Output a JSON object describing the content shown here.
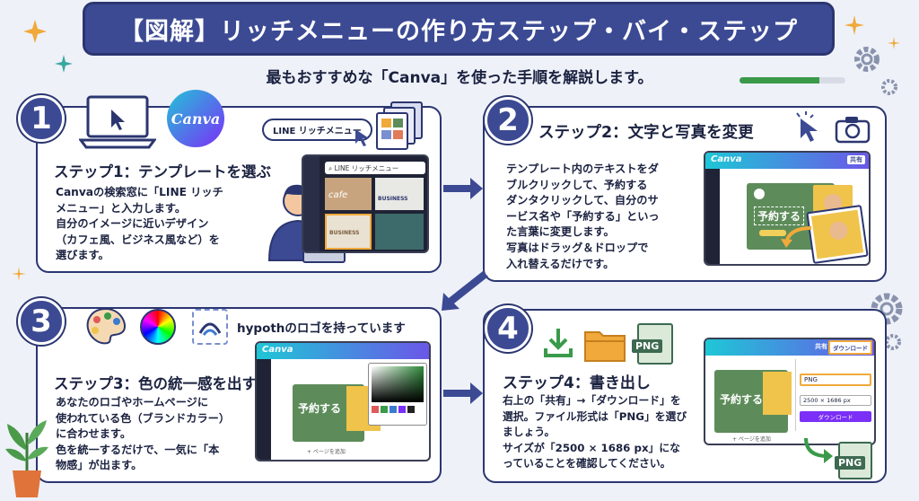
{
  "banner": {
    "title": "【図解】リッチメニューの作り方ステップ・バイ・ステップ"
  },
  "subtitle": "最もおすすめな「Canva」を使った手順を解説します。",
  "progress": 0.75,
  "steps": [
    {
      "num": "1",
      "title": "ステップ1：テンプレートを選ぶ",
      "body": "Canvaの検索窓に「LINE リッチ\nメニュー」と入力します。\n自分のイメージに近いデザイン\n（カフェ風、ビジネス風など）を\n選びます。",
      "canva_logo": "Canva",
      "tag": "LINE リッチメニュー",
      "search_text": "LINE リッチメニュー",
      "tiles": [
        "cafe",
        "BUSINESS",
        "BUSINESS"
      ]
    },
    {
      "num": "2",
      "title": "ステップ2：文字と写真を変更",
      "body": "テンプレート内のテキストをダ\nブルクリックして、予約する\nダンタクリックして、自分のサ\nービス名や「予約する」といっ\nた言葉に変更します。\n写真はドラッグ＆ドロップで\n入れ替えるだけです。",
      "mock_brand": "Canva",
      "share": "共有",
      "button": "予約する"
    },
    {
      "num": "3",
      "title": "ステップ3：色の統一感を出す",
      "body": "あなたのロゴやホームページに\n使われている色（ブランドカラー）\nに合わせます。\n色を統一するだけで、一気に「本\n物感」が出ます。",
      "logo_caption": "hypothのロゴを持っています",
      "mock_brand": "Canva",
      "button": "予約する",
      "add_page": "+ ページを追加"
    },
    {
      "num": "4",
      "title": "ステップ4：書き出し",
      "body": "右上の「共有」→「ダウンロード」を\n選択。ファイル形式は「PNG」を選び\nましょう。\nサイズが「2500 × 1686 px」にな\nっていることを確認してください。",
      "file_label": "PNG",
      "download_btn": "ダウンロード",
      "share": "共有",
      "format_value": "PNG",
      "size_value": "2500 × 1686 px",
      "dl_button": "ダウンロード",
      "button": "予約する",
      "add_page": "+ ページを追加"
    }
  ],
  "colors": {
    "primary": "#3c4a94",
    "accent": "#3a9a4a",
    "canva_purple": "#7b2ff7"
  },
  "icons": [
    "sparkle-icon",
    "gear-icon",
    "laptop-icon",
    "cursor-icon",
    "document-stack-icon",
    "camera-icon",
    "palette-icon",
    "color-wheel-icon",
    "download-icon",
    "folder-icon",
    "png-file-icon",
    "plant-icon"
  ]
}
